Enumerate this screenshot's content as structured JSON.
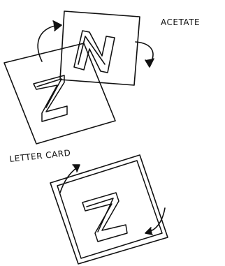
{
  "labels": {
    "acetate": "ACETATE",
    "letter_card": "LETTER CARD"
  },
  "figures": {
    "top_group": {
      "sheets": [
        "letter-card",
        "acetate"
      ],
      "letter_card_glyph": "Z",
      "acetate_glyph": "N",
      "arrows": [
        "flip-arrow-left",
        "flip-arrow-right"
      ]
    },
    "bottom_group": {
      "sheets": [
        "acetate-overlay",
        "letter-card"
      ],
      "glyph": "Z",
      "arrows": [
        "align-arrow-top",
        "align-arrow-bottom"
      ]
    }
  },
  "colors": {
    "ink": "#111111",
    "paper": "#ffffff"
  }
}
